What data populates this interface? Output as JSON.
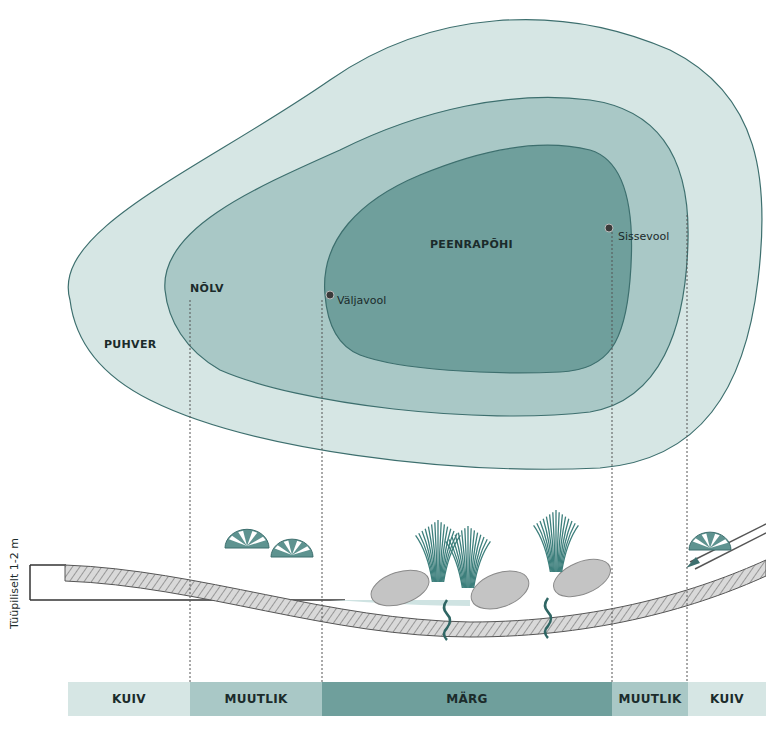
{
  "diagram": {
    "nodes": [
      {
        "text": [
          "PUHVER"
        ]
      },
      {
        "text": [
          "NÕLV"
        ],
        "in": 0
      },
      {
        "text": [
          "PEENRAPÕHI"
        ],
        "in": 1
      },
      {
        "text": [
          "KUIV"
        ]
      },
      {
        "text": [
          "MUUTLIK"
        ]
      },
      {
        "text": [
          "MÄRG"
        ]
      },
      {
        "text": [
          "MUUTLIK"
        ]
      },
      {
        "text": [
          "KUIV"
        ]
      }
    ],
    "labels": [
      "Väljavool",
      "Sissevool",
      "Tüüpiliselt 1-2 m"
    ]
  }
}
